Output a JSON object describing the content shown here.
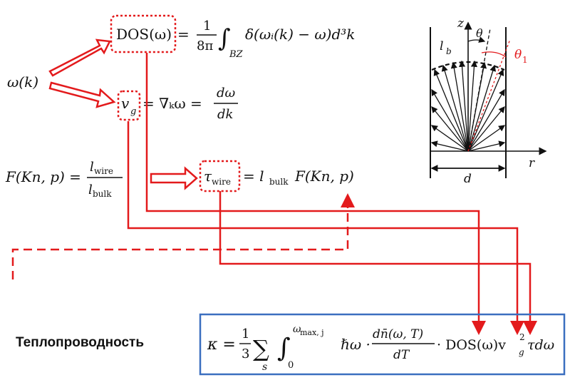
{
  "equations": {
    "omega": "ω(k)",
    "dos_box": "DOS(ω)",
    "dos_rhs_eq": "=",
    "dos_num": "1",
    "dos_den": "8π",
    "dos_integral": "∫",
    "dos_sub": "BZ",
    "dos_integrand": "δ(ωᵢ(k) − ω)d³k",
    "vg_box": "v",
    "vg_sub": "g",
    "vg_rhs": "= ∇ₖω =",
    "vg_num": "dω",
    "vg_den": "dk",
    "F_lhs": "F(Kn, p) =",
    "F_num": "l",
    "F_num_sub": "wire",
    "F_den": "l",
    "F_den_sub": "bulk",
    "tau_box": "τ",
    "tau_sub": "wire",
    "tau_rhs": "= l",
    "tau_rhs_sub": "bulk",
    "tau_rhs_tail": "F(Kn, p)"
  },
  "kappa": {
    "lhs": "κ =",
    "frac_num": "1",
    "frac_den": "3",
    "sum": "∑",
    "sum_sub": "s",
    "int_upper": "ω",
    "int_upper_sub": "max, j",
    "int_lower": "0",
    "hbar": "ℏω ·",
    "dn_num": "dn̄(ω, T)",
    "dn_den": "dT",
    "tail_dos": "· DOS(ω)v",
    "tail_vg_sub": "g",
    "tail_vg_sup": "2",
    "tail_end": "τdω"
  },
  "label": {
    "thermal_conductivity": "Теплопроводность"
  },
  "wire_diagram": {
    "z_axis": "z",
    "r_axis": "r",
    "theta": "θ",
    "theta1": "θ",
    "theta1_sub": "1",
    "lb": "l",
    "lb_sub": "b",
    "d": "d"
  },
  "colors": {
    "accent_red": "#e31a1c",
    "box_blue": "#3b6fbf",
    "text": "#111111"
  }
}
